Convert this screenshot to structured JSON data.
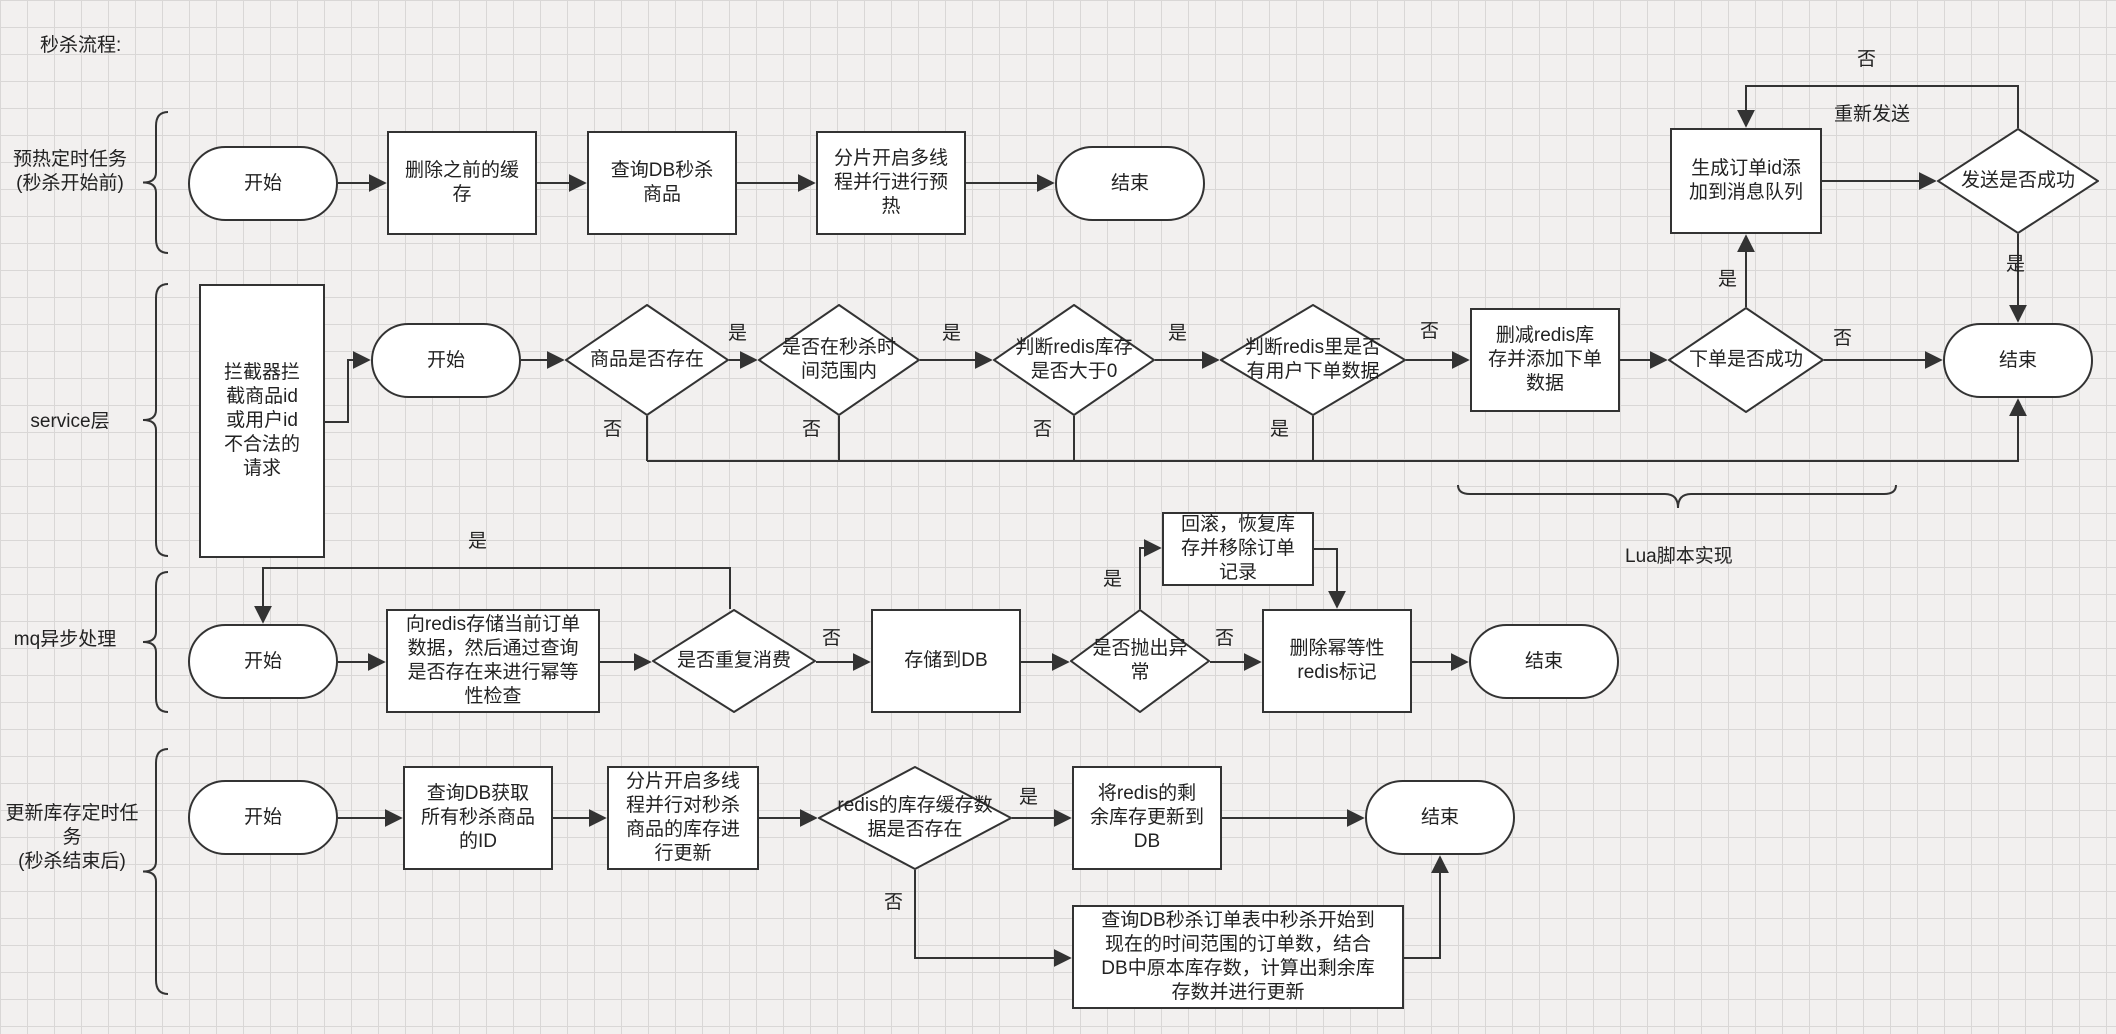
{
  "title": "秒杀流程:",
  "lanes": {
    "preheat": [
      "预热定时任务",
      "(秒杀开始前)"
    ],
    "service": [
      "service层"
    ],
    "mq": [
      "mq异步处理"
    ],
    "stock": [
      "更新库存定时任",
      "务",
      "(秒杀结束后)"
    ]
  },
  "nodes": {
    "p_start": [
      "开始"
    ],
    "p_del": [
      "删除之前的缓",
      "存"
    ],
    "p_query": [
      "查询DB秒杀",
      "商品"
    ],
    "p_split": [
      "分片开启多线",
      "程并行进行预",
      "热"
    ],
    "p_end": [
      "结束"
    ],
    "s_filter": [
      "拦截器拦",
      "截商品id",
      "或用户id",
      "不合法的",
      "请求"
    ],
    "s_start": [
      "开始"
    ],
    "s_exist": [
      "商品是否存在"
    ],
    "s_time": [
      "是否在秒杀时",
      "间范围内"
    ],
    "s_stock": [
      "判断redis库存",
      "是否大于0"
    ],
    "s_user": [
      "判断redis里是否",
      "有用户下单数据"
    ],
    "s_deduct": [
      "删减redis库",
      "存并添加下单",
      "数据"
    ],
    "s_order_ok": [
      "下单是否成功"
    ],
    "s_gen": [
      "生成订单id添",
      "加到消息队列"
    ],
    "s_send_ok": [
      "发送是否成功"
    ],
    "s_end": [
      "结束"
    ],
    "m_start": [
      "开始"
    ],
    "m_store": [
      "向redis存储当前订单",
      "数据，然后通过查询",
      "是否存在来进行幂等",
      "性检查"
    ],
    "m_dup": [
      "是否重复消费"
    ],
    "m_db": [
      "存储到DB"
    ],
    "m_exc": [
      "是否抛出异",
      "常"
    ],
    "m_rollback": [
      "回滚，恢复库",
      "存并移除订单",
      "记录"
    ],
    "m_del": [
      "删除幂等性",
      "redis标记"
    ],
    "m_end": [
      "结束"
    ],
    "u_start": [
      "开始"
    ],
    "u_query": [
      "查询DB获取",
      "所有秒杀商品",
      "的ID"
    ],
    "u_split": [
      "分片开启多线",
      "程并行对秒杀",
      "商品的库存进",
      "行更新"
    ],
    "u_cache": [
      "redis的库存缓存数",
      "据是否存在"
    ],
    "u_update": [
      "将redis的剩",
      "余库存更新到",
      "DB"
    ],
    "u_calc": [
      "查询DB秒杀订单表中秒杀开始到",
      "现在的时间范围的订单数，结合",
      "DB中原本库存数，计算出剩余库",
      "存数并进行更新"
    ],
    "u_end": [
      "结束"
    ]
  },
  "edge_labels": {
    "exist_yes": "是",
    "exist_no": "否",
    "time_yes": "是",
    "time_no": "否",
    "stock_yes": "是",
    "stock_no": "否",
    "user_no": "否",
    "user_yes": "是",
    "order_no": "否",
    "order_yes": "是",
    "send_yes": "是",
    "send_no": "否",
    "resend": "重新发送",
    "dup_yes": "是",
    "dup_no": "否",
    "exc_yes": "是",
    "exc_no": "否",
    "cache_yes": "是",
    "cache_no": "否"
  },
  "lua_label": "Lua脚本实现"
}
